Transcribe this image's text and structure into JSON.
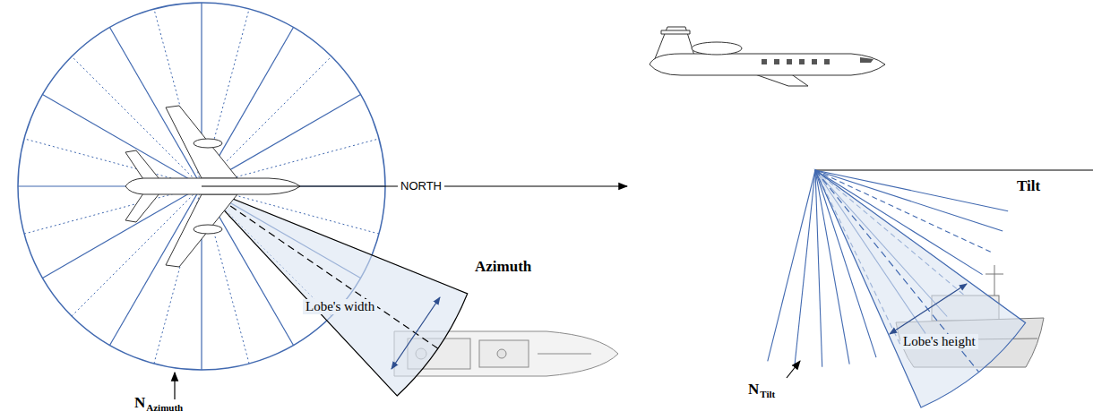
{
  "diagram": {
    "labels": [
      "NORTH",
      "Azimuth",
      "Lobe's width",
      "N",
      "Azimuth",
      "Tilt",
      "Lobe's height",
      "N",
      "Tilt"
    ]
  }
}
